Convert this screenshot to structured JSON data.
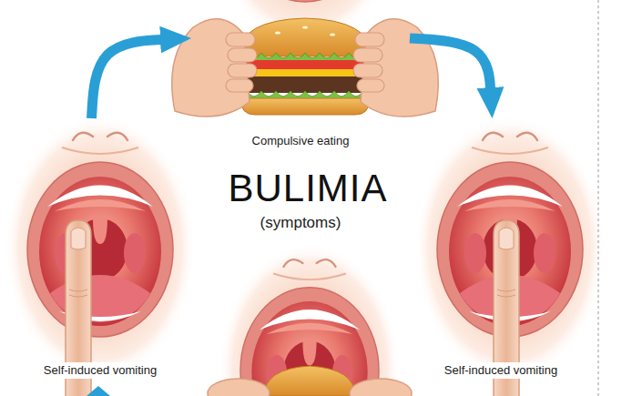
{
  "diagram": {
    "title": "BULIMIA",
    "nodes": [
      {
        "text": [
          "Compulsive eating"
        ]
      },
      {
        "text": [
          "Self-induced vomiting"
        ]
      },
      {
        "text": [
          "Self-induced vomiting"
        ]
      }
    ],
    "edges": [
      {
        "from": 1,
        "to": 0,
        "arrow": "to"
      },
      {
        "from": 0,
        "to": 2,
        "arrow": "to"
      }
    ],
    "labels": [
      "(symptoms)"
    ]
  }
}
